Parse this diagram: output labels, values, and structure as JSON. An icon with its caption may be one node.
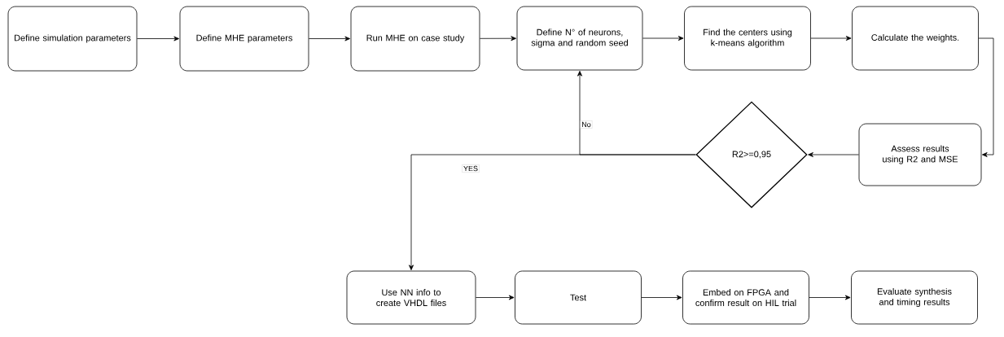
{
  "diagram": {
    "nodes": [
      {
        "text": [
          "Define simulation parameters"
        ]
      },
      {
        "text": [
          "Define MHE parameters"
        ]
      },
      {
        "text": [
          "Run MHE on case study"
        ]
      },
      {
        "text": [
          "Define N° of neurons, sigma and random seed"
        ]
      },
      {
        "text": [
          "Find the centers using k-means algorithm"
        ]
      },
      {
        "text": [
          "Calculate the weights."
        ]
      },
      {
        "text": [
          "Assess results using R2 and MSE"
        ]
      },
      {
        "text": [
          "R2>=0,95"
        ]
      },
      {
        "text": [
          "Use NN info to create VHDL files"
        ]
      },
      {
        "text": [
          "Test"
        ]
      },
      {
        "text": [
          "Embed on FPGA and confirm result on HIL trial"
        ]
      },
      {
        "text": [
          "Evaluate synthesis and timing results"
        ]
      }
    ],
    "edges": [
      {
        "from": 0,
        "to": 1,
        "arrow": "to"
      },
      {
        "from": 1,
        "to": 2,
        "arrow": "to"
      },
      {
        "from": 2,
        "to": 3,
        "arrow": "to"
      },
      {
        "from": 3,
        "to": 4,
        "arrow": "to"
      },
      {
        "from": 4,
        "to": 5,
        "arrow": "to"
      },
      {
        "from": 5,
        "to": 6,
        "arrow": "to"
      },
      {
        "from": 6,
        "to": 7,
        "arrow": "to"
      },
      {
        "from": 7,
        "to": 3,
        "arrow": "to",
        "label": "No"
      },
      {
        "from": 7,
        "to": 8,
        "arrow": "to",
        "label": "YES"
      },
      {
        "from": 8,
        "to": 9,
        "arrow": "to"
      },
      {
        "from": 9,
        "to": 10,
        "arrow": "to"
      },
      {
        "from": 10,
        "to": 11,
        "arrow": "to"
      }
    ]
  }
}
